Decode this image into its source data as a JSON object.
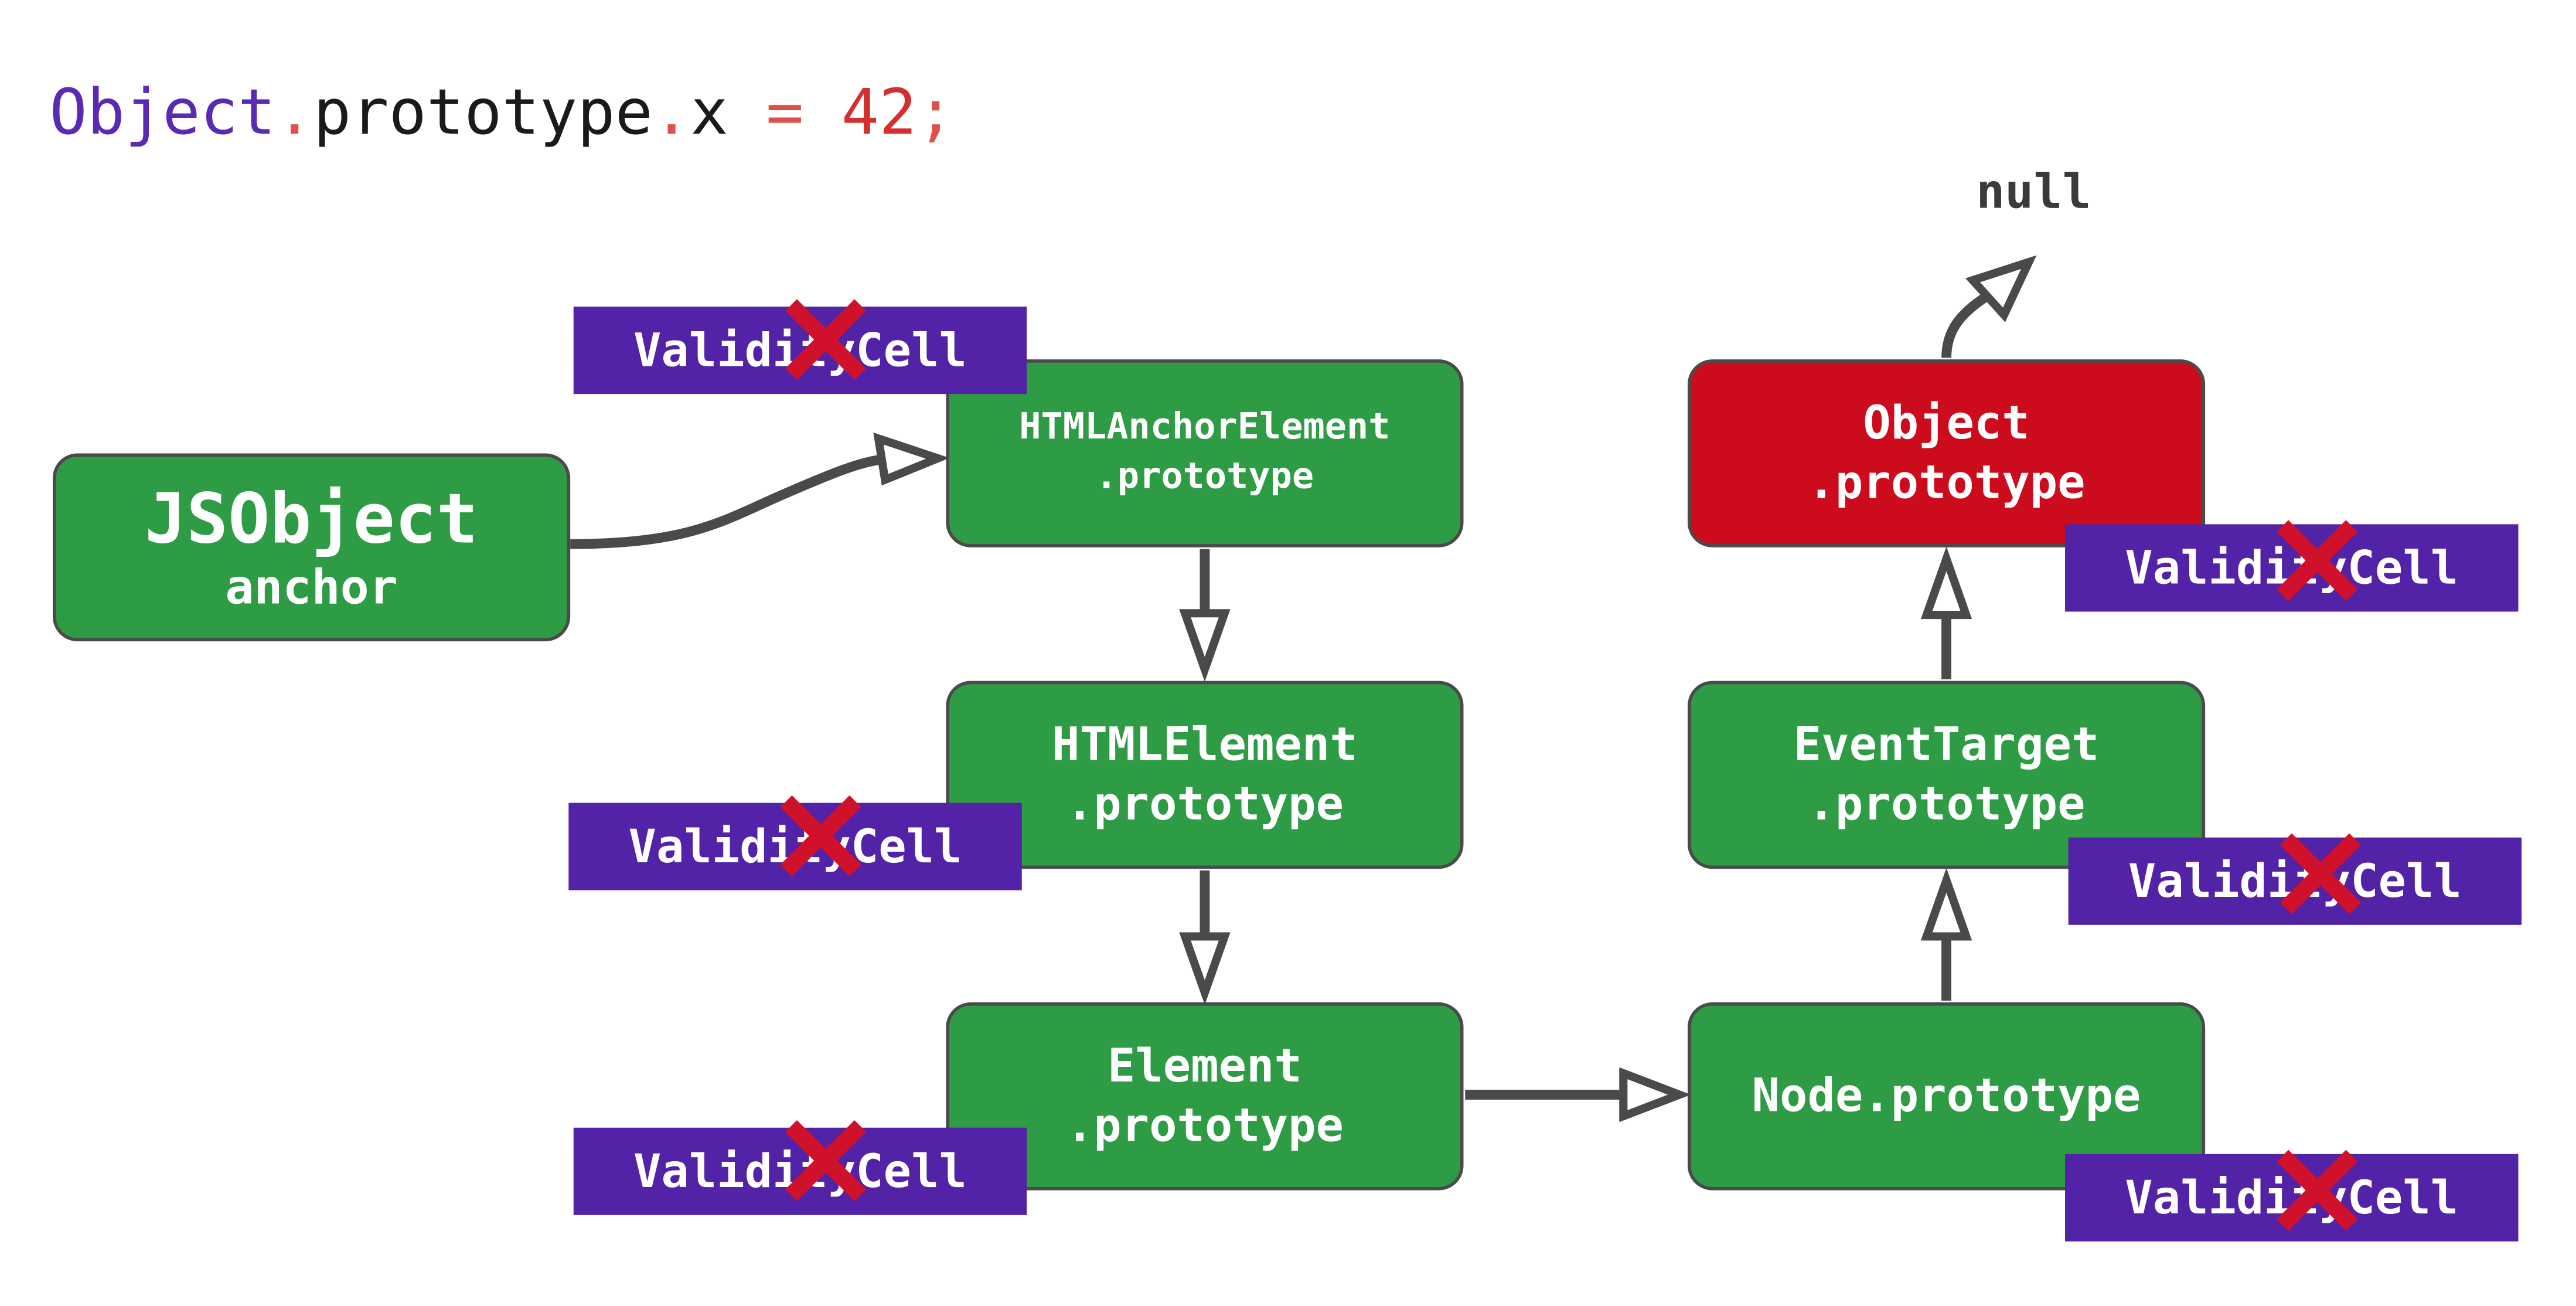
{
  "code": {
    "object": "Object",
    "dot1": ".",
    "prototype": "prototype",
    "dot2": ".",
    "prop": "x",
    "assign": " = ",
    "value": "42",
    "semicolon": ";"
  },
  "null_label": "null",
  "nodes": {
    "jsobject": {
      "line1": "JSObject",
      "line2": "anchor"
    },
    "html_anchor": {
      "line1": "HTMLAnchorElement",
      "line2": ".prototype"
    },
    "html_element": {
      "line1": "HTMLElement",
      "line2": ".prototype"
    },
    "element": {
      "line1": "Element",
      "line2": ".prototype"
    },
    "node": {
      "line1": "Node.prototype"
    },
    "event_target": {
      "line1": "EventTarget",
      "line2": ".prototype"
    },
    "object_proto": {
      "line1": "Object",
      "line2": ".prototype"
    }
  },
  "validity_cell_label": "ValidityCell",
  "colors": {
    "node_green": "#2e9b45",
    "node_red": "#cc0c1c",
    "validity_cell": "#5223a6",
    "invalidated_x": "#d0112b",
    "arrow": "#4a4a4a"
  }
}
